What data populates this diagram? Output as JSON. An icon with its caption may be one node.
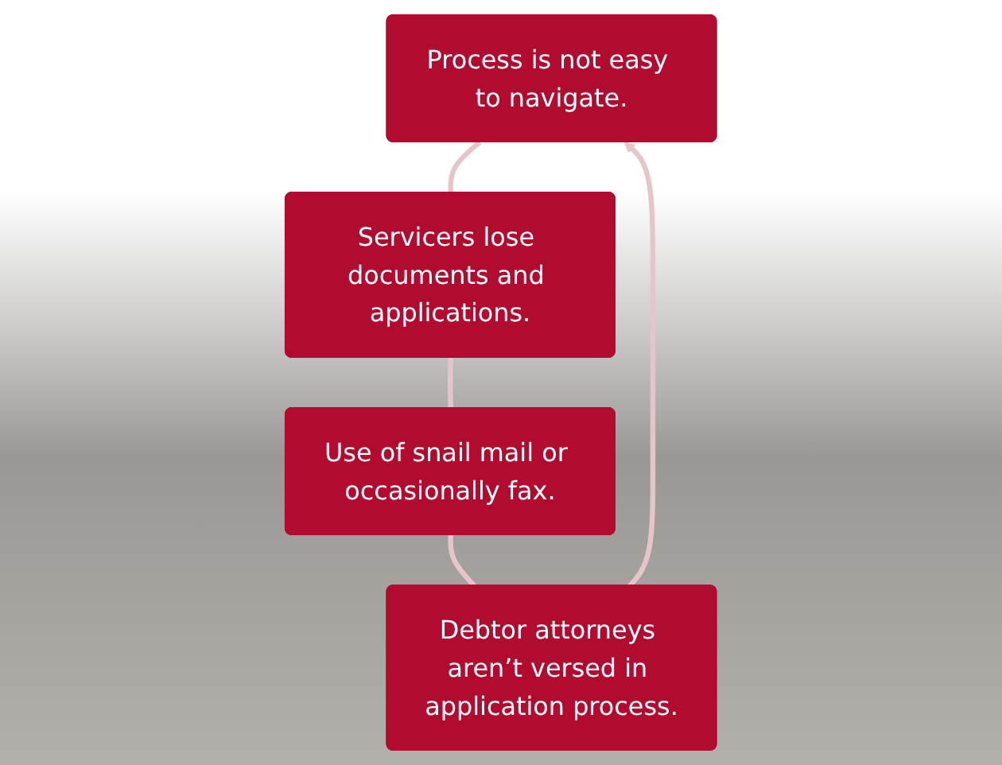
{
  "diagram": {
    "nodes": [
      {
        "text": [
          "Process is not easy to navigate."
        ]
      },
      {
        "text": [
          "Servicers lose documents and applications."
        ]
      },
      {
        "text": [
          "Use of snail mail or occasionally fax."
        ]
      },
      {
        "text": [
          "Debtor attorneys aren’t versed in application process."
        ]
      }
    ],
    "edges": [
      {
        "from": 0,
        "to": 1,
        "arrow": "none"
      },
      {
        "from": 1,
        "to": 2,
        "arrow": "none"
      },
      {
        "from": 2,
        "to": 3,
        "arrow": "none"
      },
      {
        "from": 3,
        "to": 0,
        "arrow": "to"
      }
    ]
  }
}
